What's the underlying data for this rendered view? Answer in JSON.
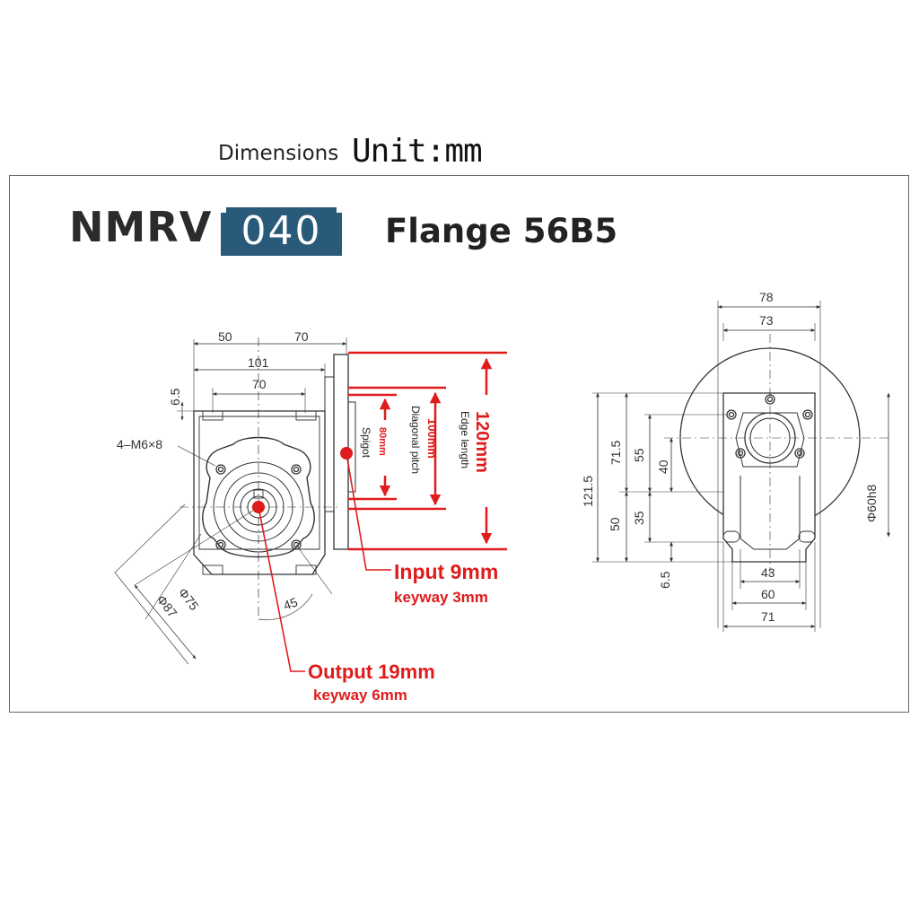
{
  "header": {
    "dimensions_label": "Dimensions",
    "unit_label": "Unit:mm"
  },
  "title": {
    "model_prefix": "NMRV",
    "model_code": "040",
    "flange": "Flange 56B5",
    "model_code_color": "#2a5a7a"
  },
  "front_view": {
    "dim_50": "50",
    "dim_70_top": "70",
    "dim_101": "101",
    "dim_70": "70",
    "dim_6_5": "6.5",
    "bolt_spec": "4–M6×8",
    "dia_75": "Φ75",
    "dia_87": "Φ87",
    "angle_45": "45"
  },
  "flange_callouts": {
    "edge_length_value": "120mm",
    "edge_length_label": "Edge length",
    "diagonal_pitch_value": "100mm",
    "diagonal_pitch_label": "Diagonal pitch",
    "spigot_value": "80mm",
    "spigot_label": "Spigot",
    "input_title": "Input 9mm",
    "input_keyway": "keyway 3mm",
    "output_title": "Output 19mm",
    "output_keyway": "keyway 6mm",
    "callout_color": "#e01b1b"
  },
  "side_view": {
    "dim_78": "78",
    "dim_73": "73",
    "dim_121_5": "121.5",
    "dim_71_5": "71.5",
    "dim_55": "55",
    "dim_40": "40",
    "dim_50": "50",
    "dim_35": "35",
    "dim_6_5": "6.5",
    "dim_43": "43",
    "dim_60": "60",
    "dim_71": "71",
    "dia_60h8": "Φ60h8"
  }
}
